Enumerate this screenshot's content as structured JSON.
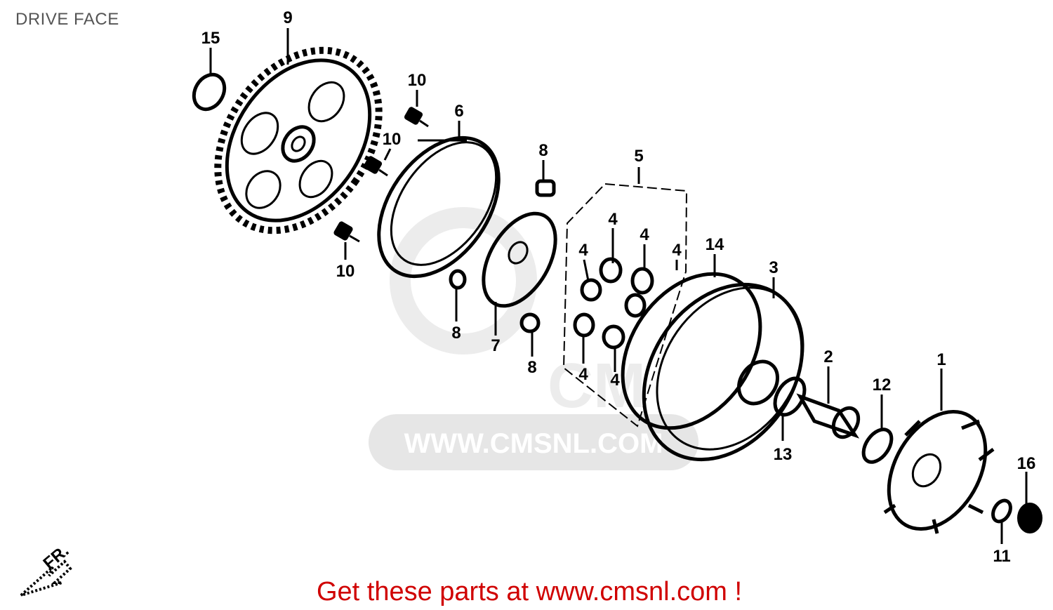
{
  "title": "DRIVE FACE",
  "footer": "Get these parts at www.cmsnl.com !",
  "watermark": "WWW.CMSNL.COM",
  "colors": {
    "footer": "#d00000",
    "title": "#555555",
    "watermark": "#e6e6e6"
  },
  "callouts": [
    {
      "id": "1",
      "label": "1"
    },
    {
      "id": "2",
      "label": "2"
    },
    {
      "id": "3",
      "label": "3"
    },
    {
      "id": "4a",
      "label": "4"
    },
    {
      "id": "4b",
      "label": "4"
    },
    {
      "id": "4c",
      "label": "4"
    },
    {
      "id": "4d",
      "label": "4"
    },
    {
      "id": "4e",
      "label": "4"
    },
    {
      "id": "4f",
      "label": "4"
    },
    {
      "id": "5",
      "label": "5"
    },
    {
      "id": "6",
      "label": "6"
    },
    {
      "id": "7",
      "label": "7"
    },
    {
      "id": "8a",
      "label": "8"
    },
    {
      "id": "8b",
      "label": "8"
    },
    {
      "id": "8c",
      "label": "8"
    },
    {
      "id": "9",
      "label": "9"
    },
    {
      "id": "10a",
      "label": "10"
    },
    {
      "id": "10b",
      "label": "10"
    },
    {
      "id": "10c",
      "label": "10"
    },
    {
      "id": "11",
      "label": "11"
    },
    {
      "id": "12",
      "label": "12"
    },
    {
      "id": "13",
      "label": "13"
    },
    {
      "id": "14",
      "label": "14"
    },
    {
      "id": "15",
      "label": "15"
    },
    {
      "id": "16",
      "label": "16"
    }
  ],
  "direction_marker": "FR."
}
